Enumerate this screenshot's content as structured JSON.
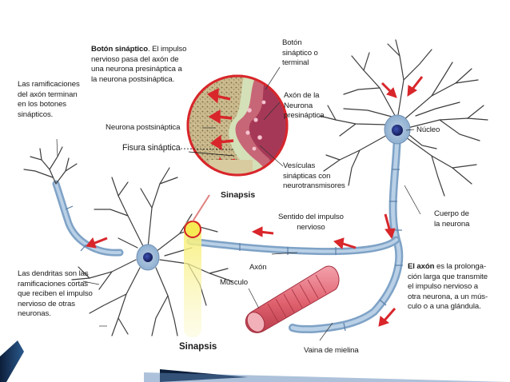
{
  "labels": {
    "boton_title": "Botón sináptico",
    "boton_l1_rest": ". El impulso",
    "boton_l2": "nervioso pasa del axón de",
    "boton_l3": "una neurona presináptica a",
    "boton_l4": "la neurona postsináptica.",
    "ramif_l1": "Las ramificaciones",
    "ramif_l2": "del axón terminan",
    "ramif_l3": "en los botones",
    "ramif_l4": "sinápticos.",
    "boton_term_l1": "Botón",
    "boton_term_l2": "sináptico o",
    "boton_term_l3": "terminal",
    "axon_pre_l1": "Axón de la",
    "axon_pre_l2": "Neurona",
    "axon_pre_l3": "presináptica",
    "neurona_post": "Neurona postsináptica",
    "fisura": "Fisura sináptica",
    "vesic_l1": "Vesículas",
    "vesic_l2": "sinápticas con",
    "vesic_l3": "neurotransmisores",
    "sinapsis_inset": "Sinapsis",
    "nucleo": "Núcleo",
    "cuerpo_l1": "Cuerpo de",
    "cuerpo_l2": "la neurona",
    "sentido_l1": "Sentido del impulso",
    "sentido_l2": "nervioso",
    "axon": "Axón",
    "musculo": "Músculo",
    "dendritas_l1": "Las dendritas son las",
    "dendritas_l2": "ramificaciones cortas",
    "dendritas_l3": "que reciben el impulso",
    "dendritas_l4": "nervioso de otras",
    "dendritas_l5": "neuronas.",
    "axon_def_title": "El axón",
    "axon_def_l1_rest": " es la prolonga-",
    "axon_def_l2": "ción larga que transmite",
    "axon_def_l3": "el impulso nervioso a",
    "axon_def_l4": "otra neurona, a un mús-",
    "axon_def_l5": "culo o a una glándula.",
    "sinapsis_bottom": "Sinapsis",
    "vaina": "Vaina de mielina"
  },
  "colors": {
    "axon": "#8fb4d4",
    "arrow": "#d8262b",
    "nucleus": "#1f2c7a",
    "muscle": "#e06a78",
    "synapse_glow": "#f3ea63",
    "slide_accent": "#1f3d6b"
  }
}
